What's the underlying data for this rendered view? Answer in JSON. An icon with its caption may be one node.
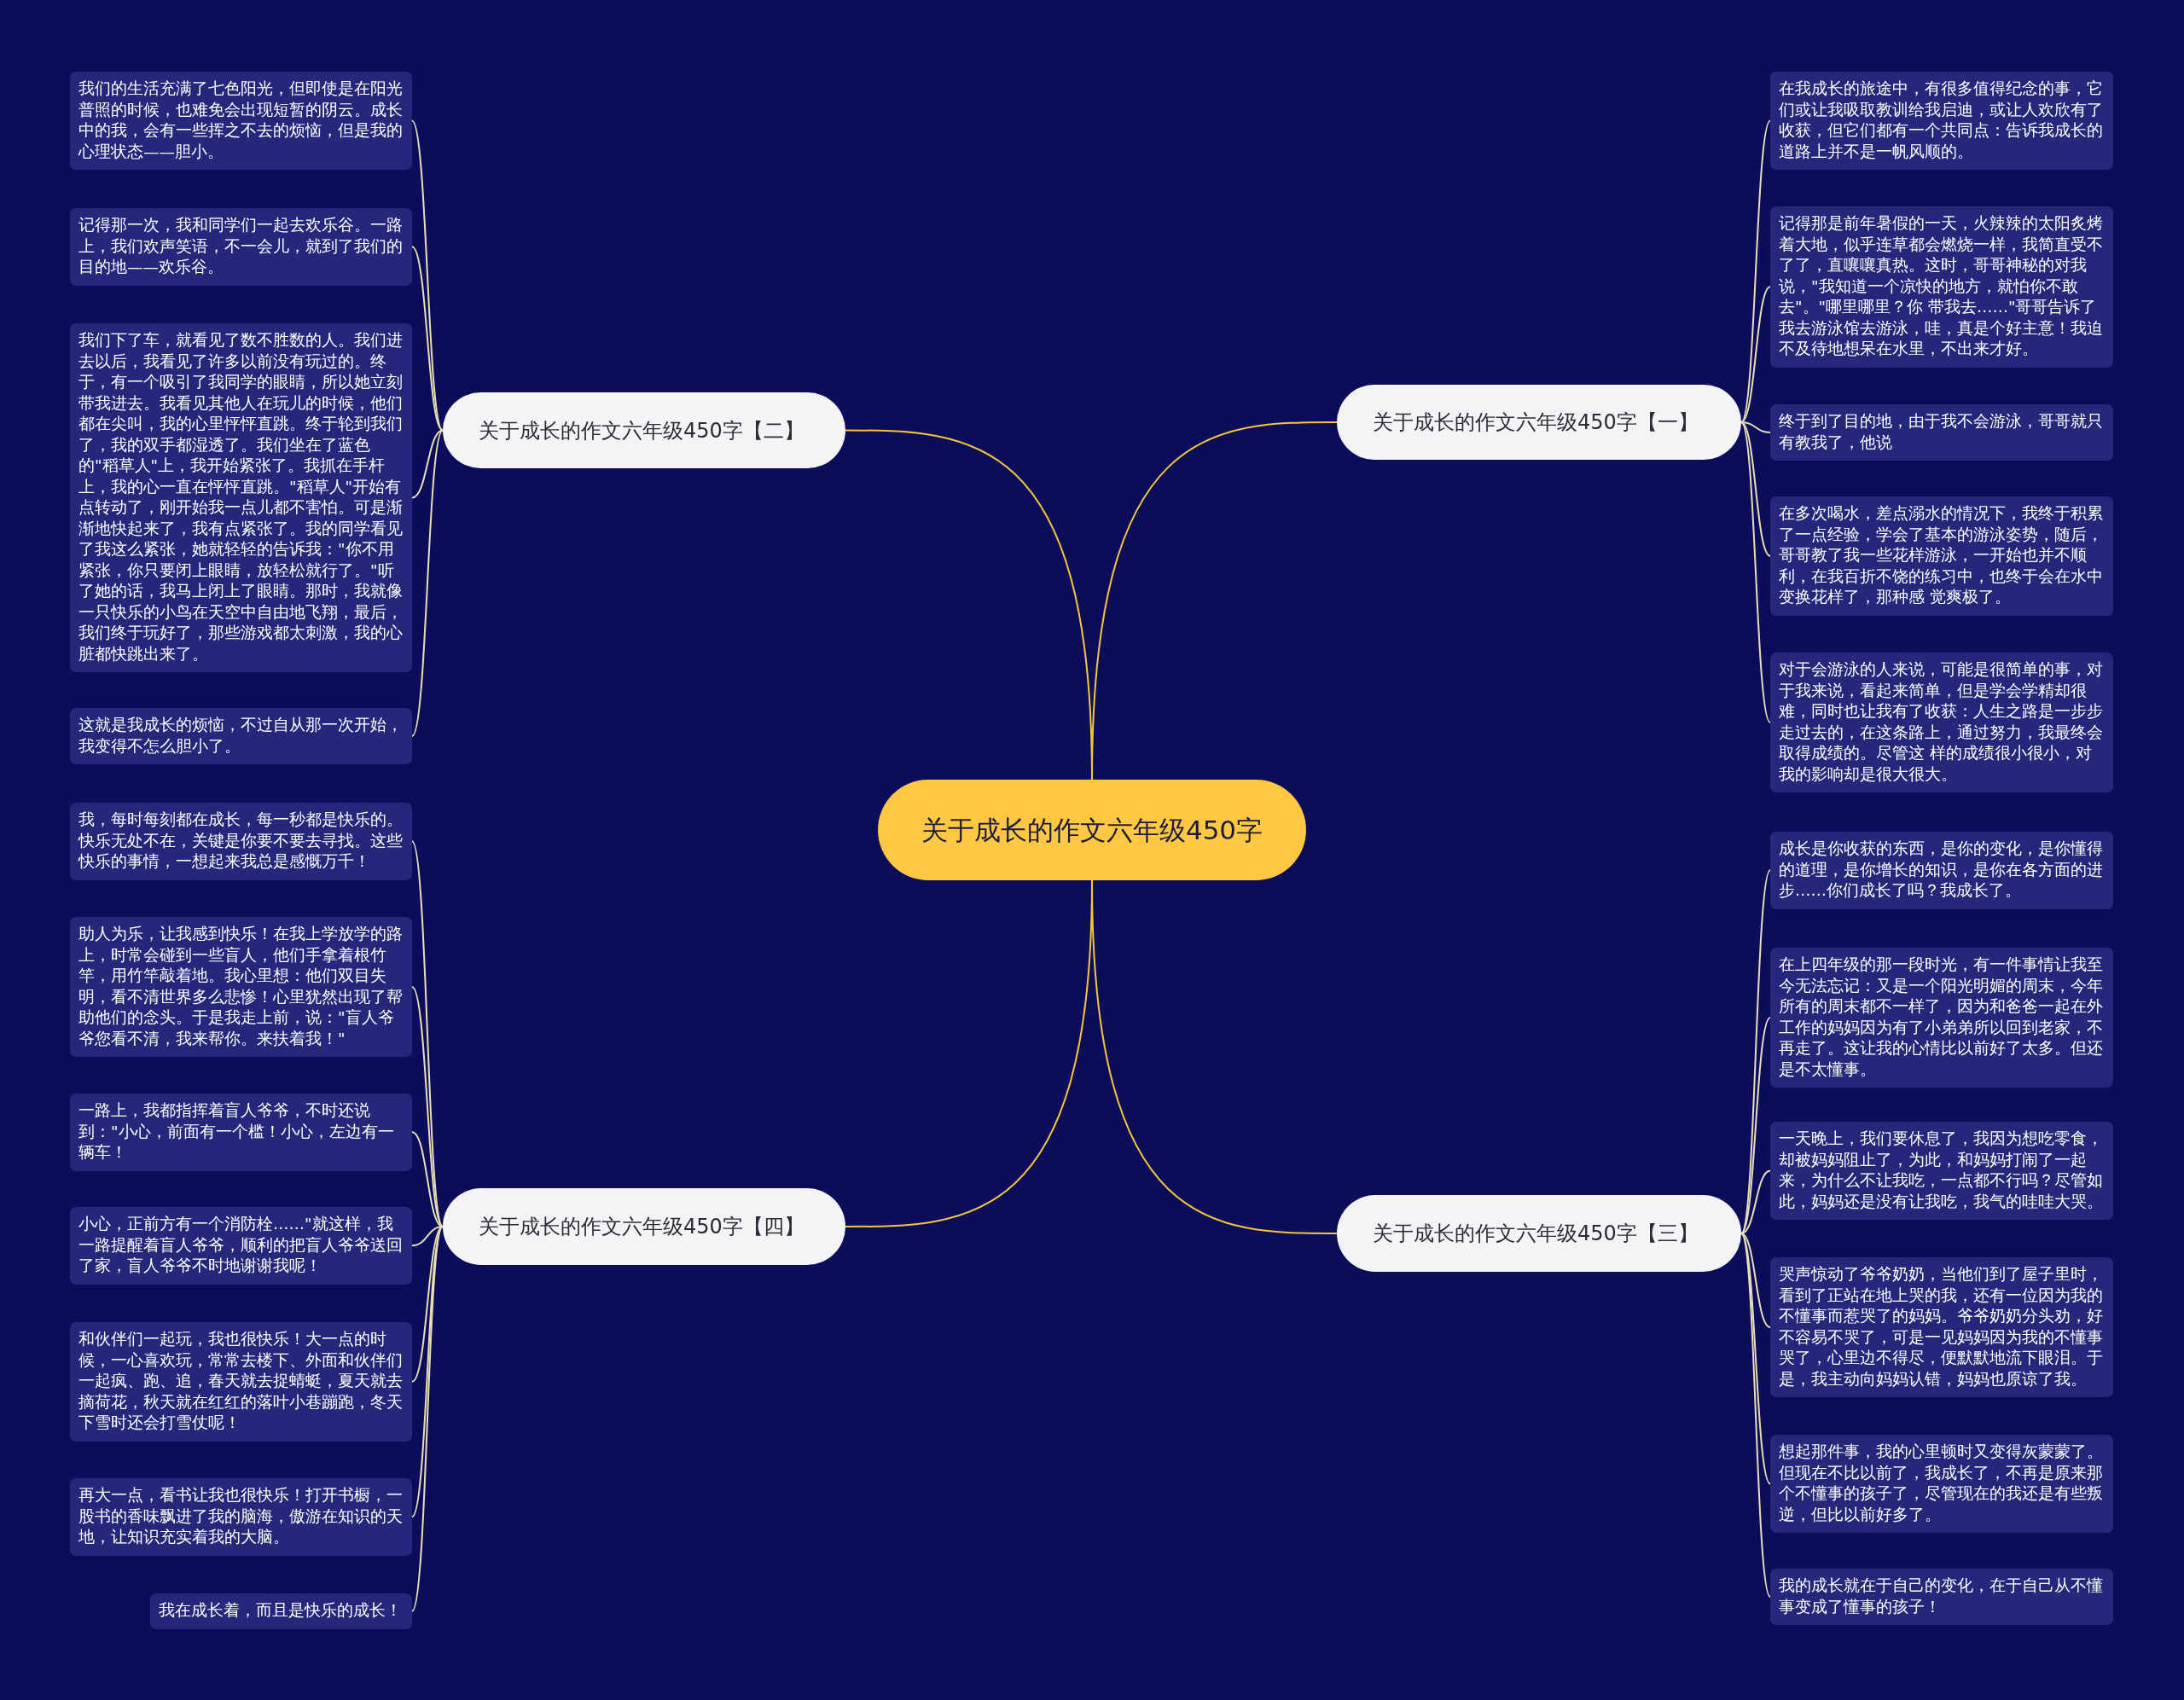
{
  "diagram": {
    "nodes": [
      {
        "text": [
          "关于成长的作文六年级450字"
        ]
      },
      {
        "text": [
          "关于成长的作文六年级450字【一】"
        ]
      },
      {
        "text": [
          "在我成长的旅途中，有很多值得纪念的事，它们或让我吸取教训给我启迪，或让人欢欣有了收获，但它们都有一个共同点：告诉我成长的道路上并不是一帆风顺的。"
        ]
      },
      {
        "text": [
          "记得那是前年暑假的一天，火辣辣的太阳炙烤着大地，似乎连草都会燃烧一样，我简直受不了了，直嚷嚷真热。这时，哥哥神秘的对我说，\"我知道一个凉快的地方，就怕你不敢去\"。\"哪里哪里？你 带我去……\"哥哥告诉了我去游泳馆去游泳，哇，真是个好主意！我迫不及待地想呆在水里，不出来才好。"
        ]
      },
      {
        "text": [
          "终于到了目的地，由于我不会游泳，哥哥就只有教我了，他说"
        ]
      },
      {
        "text": [
          "在多次喝水，差点溺水的情况下，我终于积累了一点经验，学会了基本的游泳姿势，随后，哥哥教了我一些花样游泳，一开始也并不顺利，在我百折不饶的练习中，也终于会在水中变换花样了，那种感 觉爽极了。"
        ]
      },
      {
        "text": [
          "对于会游泳的人来说，可能是很简单的事，对于我来说，看起来简单，但是学会学精却很难，同时也让我有了收获：人生之路是一步步走过去的，在这条路上，通过努力，我最终会取得成绩的。尽管这 样的成绩很小很小，对我的影响却是很大很大。"
        ]
      },
      {
        "text": [
          "关于成长的作文六年级450字【二】"
        ]
      },
      {
        "text": [
          "我们的生活充满了七色阳光，但即使是在阳光普照的时候，也难免会出现短暂的阴云。成长中的我，会有一些挥之不去的烦恼，但是我的心理状态——胆小。"
        ]
      },
      {
        "text": [
          "记得那一次，我和同学们一起去欢乐谷。一路上，我们欢声笑语，不一会儿，就到了我们的目的地——欢乐谷。"
        ]
      },
      {
        "text": [
          "我们下了车，就看见了数不胜数的人。我们进去以后，我看见了许多以前没有玩过的。终于，有一个吸引了我同学的眼睛，所以她立刻带我进去。我看见其他人在玩儿的时候，他们都在尖叫，我的心里怦怦直跳。终于轮到我们了，我的双手都湿透了。我们坐在了蓝色的\"稻草人\"上，我开始紧张了。我抓在手杆上，我的心一直在怦怦直跳。\"稻草人\"开始有点转动了，刚开始我一点儿都不害怕。可是渐渐地快起来了，我有点紧张了。我的同学看见了我这么紧张，她就轻轻的告诉我：\"你不用紧张，你只要闭上眼睛，放轻松就行了。\"听了她的话，我马上闭上了眼睛。那时，我就像一只快乐的小鸟在天空中自由地飞翔，最后，我们终于玩好了，那些游戏都太刺激，我的心脏都快跳出来了。"
        ]
      },
      {
        "text": [
          "这就是我成长的烦恼，不过自从那一次开始，我变得不怎么胆小了。"
        ]
      },
      {
        "text": [
          "关于成长的作文六年级450字【三】"
        ]
      },
      {
        "text": [
          "成长是你收获的东西，是你的变化，是你懂得的道理，是你增长的知识，是你在各方面的进步……你们成长了吗？我成长了。"
        ]
      },
      {
        "text": [
          "在上四年级的那一段时光，有一件事情让我至今无法忘记：又是一个阳光明媚的周末，今年所有的周末都不一样了，因为和爸爸一起在外工作的妈妈因为有了小弟弟所以回到老家，不再走了。这让我的心情比以前好了太多。但还是不太懂事。"
        ]
      },
      {
        "text": [
          "一天晚上，我们要休息了，我因为想吃零食，却被妈妈阻止了，为此，和妈妈打闹了一起来，为什么不让我吃，一点都不行吗？尽管如此，妈妈还是没有让我吃，我气的哇哇大哭。"
        ]
      },
      {
        "text": [
          "哭声惊动了爷爷奶奶，当他们到了屋子里时，看到了正站在地上哭的我，还有一位因为我的不懂事而惹哭了的妈妈。爷爷奶奶分头劝，好不容易不哭了，可是一见妈妈因为我的不懂事哭了，心里边不得尽，便默默地流下眼泪。于是，我主动向妈妈认错，妈妈也原谅了我。"
        ]
      },
      {
        "text": [
          "想起那件事，我的心里顿时又变得灰蒙蒙了。但现在不比以前了，我成长了，不再是原来那个不懂事的孩子了，尽管现在的我还是有些叛逆，但比以前好多了。"
        ]
      },
      {
        "text": [
          "我的成长就在于自己的变化，在于自己从不懂事变成了懂事的孩子！"
        ]
      },
      {
        "text": [
          "关于成长的作文六年级450字【四】"
        ]
      },
      {
        "text": [
          "我，每时每刻都在成长，每一秒都是快乐的。快乐无处不在，关键是你要不要去寻找。这些快乐的事情，一想起来我总是感慨万千！"
        ]
      },
      {
        "text": [
          "助人为乐，让我感到快乐！在我上学放学的路上，时常会碰到一些盲人，他们手拿着根竹竿，用竹竿敲着地。我心里想：他们双目失明，看不清世界多么悲惨！心里犹然出现了帮助他们的念头。于是我走上前，说：\"盲人爷爷您看不清，我来帮你。来扶着我！\""
        ]
      },
      {
        "text": [
          "一路上，我都指挥着盲人爷爷，不时还说到：\"小心，前面有一个槛！小心，左边有一辆车！"
        ]
      },
      {
        "text": [
          "小心，正前方有一个消防栓……\"就这样，我一路提醒着盲人爷爷，顺利的把盲人爷爷送回了家，盲人爷爷不时地谢谢我呢！"
        ]
      },
      {
        "text": [
          "和伙伴们一起玩，我也很快乐！大一点的时候，一心喜欢玩，常常去楼下、外面和伙伴们一起疯、跑、追，春天就去捉蜻蜓，夏天就去摘荷花，秋天就在红红的落叶小巷蹦跑，冬天下雪时还会打雪仗呢！"
        ]
      },
      {
        "text": [
          "再大一点，看书让我也很快乐！打开书橱，一股书的香味飘进了我的脑海，傲游在知识的天地，让知识充实着我的大脑。"
        ]
      },
      {
        "text": [
          "我在成长着，而且是快乐的成长！"
        ]
      }
    ],
    "edges": [
      {
        "from": 0,
        "to": 1,
        "arrow": "none",
        "color": "#f5c53a"
      },
      {
        "from": 1,
        "to": 2,
        "arrow": "none"
      },
      {
        "from": 1,
        "to": 3,
        "arrow": "none"
      },
      {
        "from": 1,
        "to": 4,
        "arrow": "none"
      },
      {
        "from": 1,
        "to": 5,
        "arrow": "none"
      },
      {
        "from": 1,
        "to": 6,
        "arrow": "none"
      },
      {
        "from": 0,
        "to": 7,
        "arrow": "none",
        "color": "#f5c53a"
      },
      {
        "from": 7,
        "to": 8,
        "arrow": "none"
      },
      {
        "from": 7,
        "to": 9,
        "arrow": "none"
      },
      {
        "from": 7,
        "to": 10,
        "arrow": "none"
      },
      {
        "from": 7,
        "to": 11,
        "arrow": "none"
      },
      {
        "from": 0,
        "to": 12,
        "arrow": "none",
        "color": "#f5c53a"
      },
      {
        "from": 12,
        "to": 13,
        "arrow": "none"
      },
      {
        "from": 12,
        "to": 14,
        "arrow": "none"
      },
      {
        "from": 12,
        "to": 15,
        "arrow": "none"
      },
      {
        "from": 12,
        "to": 16,
        "arrow": "none"
      },
      {
        "from": 12,
        "to": 17,
        "arrow": "none"
      },
      {
        "from": 12,
        "to": 18,
        "arrow": "none"
      },
      {
        "from": 0,
        "to": 19,
        "arrow": "none",
        "color": "#f5c53a"
      },
      {
        "from": 19,
        "to": 20,
        "arrow": "none"
      },
      {
        "from": 19,
        "to": 21,
        "arrow": "none"
      },
      {
        "from": 19,
        "to": 22,
        "arrow": "none"
      },
      {
        "from": 19,
        "to": 23,
        "arrow": "none"
      },
      {
        "from": 19,
        "to": 24,
        "arrow": "none"
      },
      {
        "from": 19,
        "to": 25,
        "arrow": "none"
      },
      {
        "from": 19,
        "to": 26,
        "arrow": "none"
      }
    ]
  }
}
